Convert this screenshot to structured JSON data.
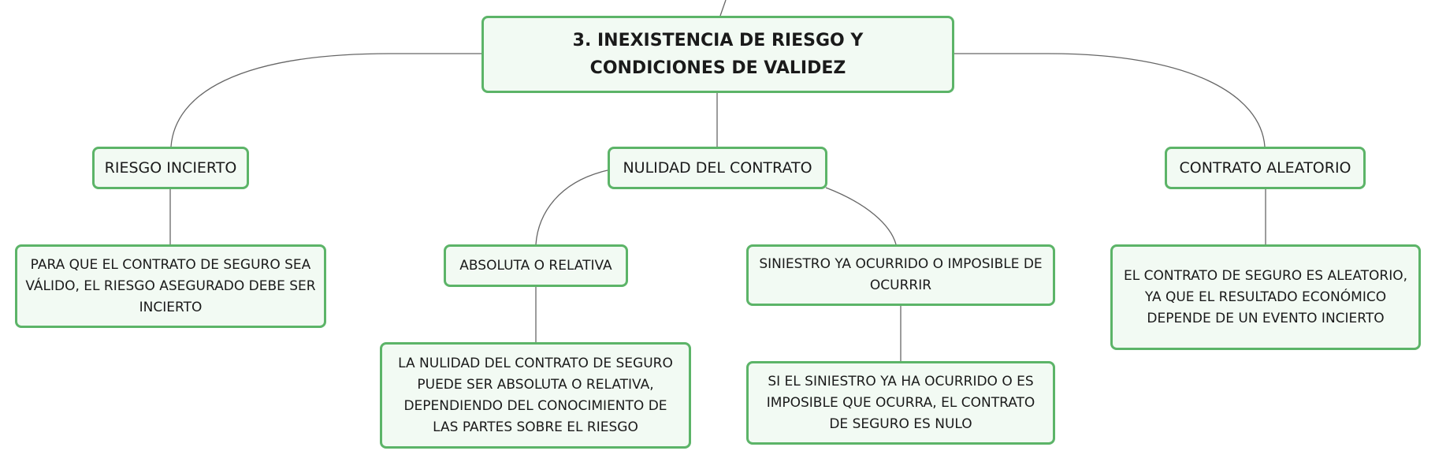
{
  "diagram": {
    "root": {
      "label": "3. INEXISTENCIA DE RIESGO Y CONDICIONES DE VALIDEZ"
    },
    "branches": {
      "riesgo_incierto": {
        "label": "RIESGO INCIERTO",
        "detail": "PARA QUE EL CONTRATO DE SEGURO SEA VÁLIDO, EL RIESGO ASEGURADO DEBE SER INCIERTO"
      },
      "nulidad": {
        "label": "NULIDAD DEL CONTRATO",
        "children": {
          "absoluta": {
            "label": "ABSOLUTA O RELATIVA",
            "detail": "LA NULIDAD DEL CONTRATO DE SEGURO PUEDE SER ABSOLUTA O RELATIVA, DEPENDIENDO DEL CONOCIMIENTO DE LAS PARTES SOBRE EL RIESGO"
          },
          "siniestro": {
            "label": "SINIESTRO YA OCURRIDO O IMPOSIBLE DE OCURRIR",
            "detail": "SI EL SINIESTRO YA HA OCURRIDO O ES IMPOSIBLE QUE OCURRA, EL CONTRATO DE SEGURO ES NULO"
          }
        }
      },
      "aleatorio": {
        "label": "CONTRATO ALEATORIO",
        "detail": "EL CONTRATO DE SEGURO ES ALEATORIO, YA QUE EL RESULTADO ECONÓMICO DEPENDE DE UN EVENTO INCIERTO"
      }
    },
    "colors": {
      "border": "#5cb468",
      "fill": "#f2faf3",
      "connector": "#666666",
      "text": "#1a1a1a"
    }
  }
}
